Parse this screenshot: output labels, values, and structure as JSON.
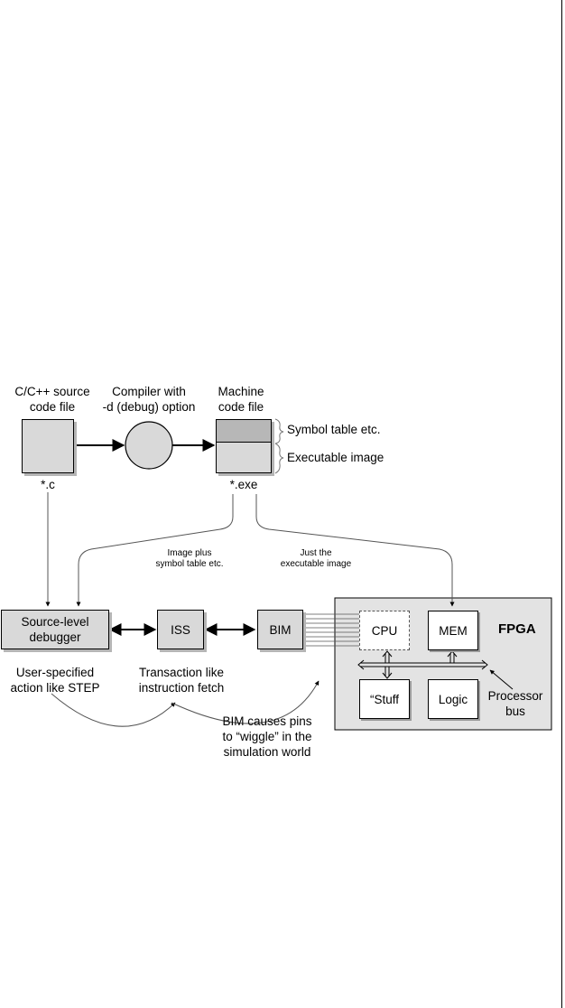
{
  "source": {
    "title_line1": "C/C++ source",
    "title_line2": "code file",
    "ext": "*.c"
  },
  "compiler": {
    "title_line1": "Compiler with",
    "title_line2": "-d (debug) option"
  },
  "machine": {
    "title_line1": "Machine",
    "title_line2": "code file",
    "ext": "*.exe",
    "symbol_table_label": "Symbol table etc.",
    "executable_label": "Executable image"
  },
  "annotations": {
    "image_plus_line1": "Image plus",
    "image_plus_line2": "symbol table etc.",
    "just_exec_line1": "Just the",
    "just_exec_line2": "executable image"
  },
  "debugger": {
    "line1": "Source-level",
    "line2": "debugger",
    "note_line1": "User-specified",
    "note_line2": "action like STEP"
  },
  "iss": {
    "label": "ISS",
    "note_line1": "Transaction like",
    "note_line2": "instruction fetch"
  },
  "bim": {
    "label": "BIM",
    "note_line1": "BIM causes pins",
    "note_line2": "to “wiggle” in the",
    "note_line3": "simulation world"
  },
  "fpga": {
    "label": "FPGA",
    "cpu": "CPU",
    "mem": "MEM",
    "stuff": "“Stuff",
    "logic": "Logic",
    "bus_line1": "Processor",
    "bus_line2": "bus"
  },
  "colors": {
    "box_fill": "#d9d9d9",
    "line": "#000000",
    "thin_line": "#6e6e6e"
  }
}
